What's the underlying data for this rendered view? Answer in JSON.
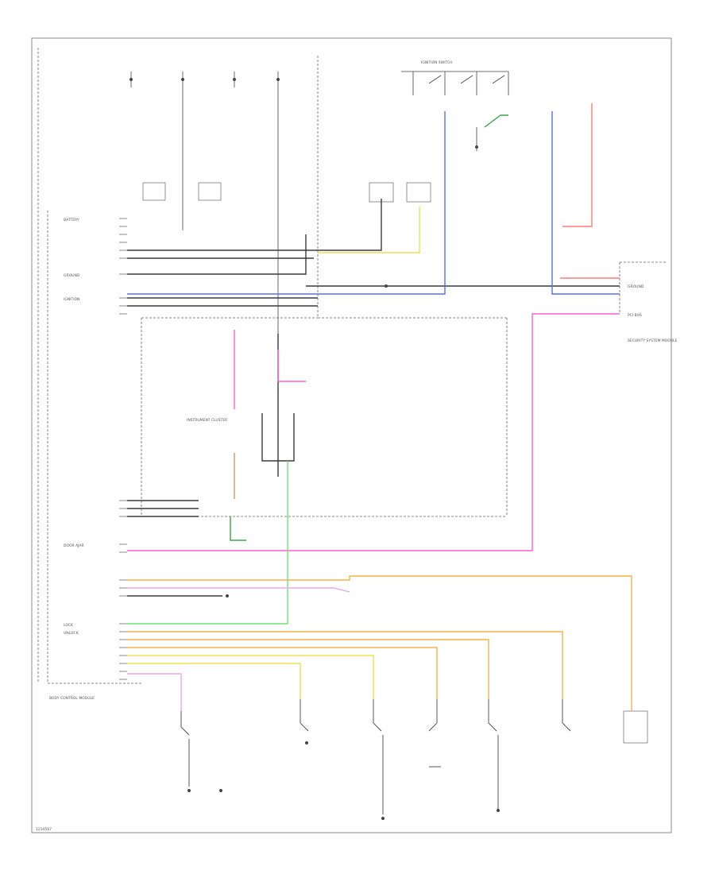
{
  "diagram": {
    "colors": {
      "black": "#3a3a3a",
      "blue": "#5a6cf0",
      "pink": "#ff5fcf",
      "red": "#ff7a7a",
      "orange": "#f5b04a",
      "yellow": "#f0df55",
      "lightgreen": "#6fe46f",
      "green": "#3fa34f",
      "tan": "#c89a6a",
      "lavender": "#e9a8e9"
    },
    "texts": {
      "module_body_control": "BODY CONTROL MODULE",
      "module_instrument_cluster": "INSTRUMENT CLUSTER",
      "module_ignition_switch": "IGNITION SWITCH",
      "module_security_module": "SECURITY SYSTEM MODULE",
      "left_pin_battery": "BATTERY",
      "left_pin_ground": "GROUND",
      "left_pin_ignition": "IGNITION",
      "left_pin_lock": "LOCK",
      "left_pin_unlock": "UNLOCK",
      "left_pin_door": "DOOR AJAR",
      "right_pin_ground": "GROUND",
      "right_pin_pci": "PCI BUS",
      "footer_note": "1234567"
    }
  }
}
